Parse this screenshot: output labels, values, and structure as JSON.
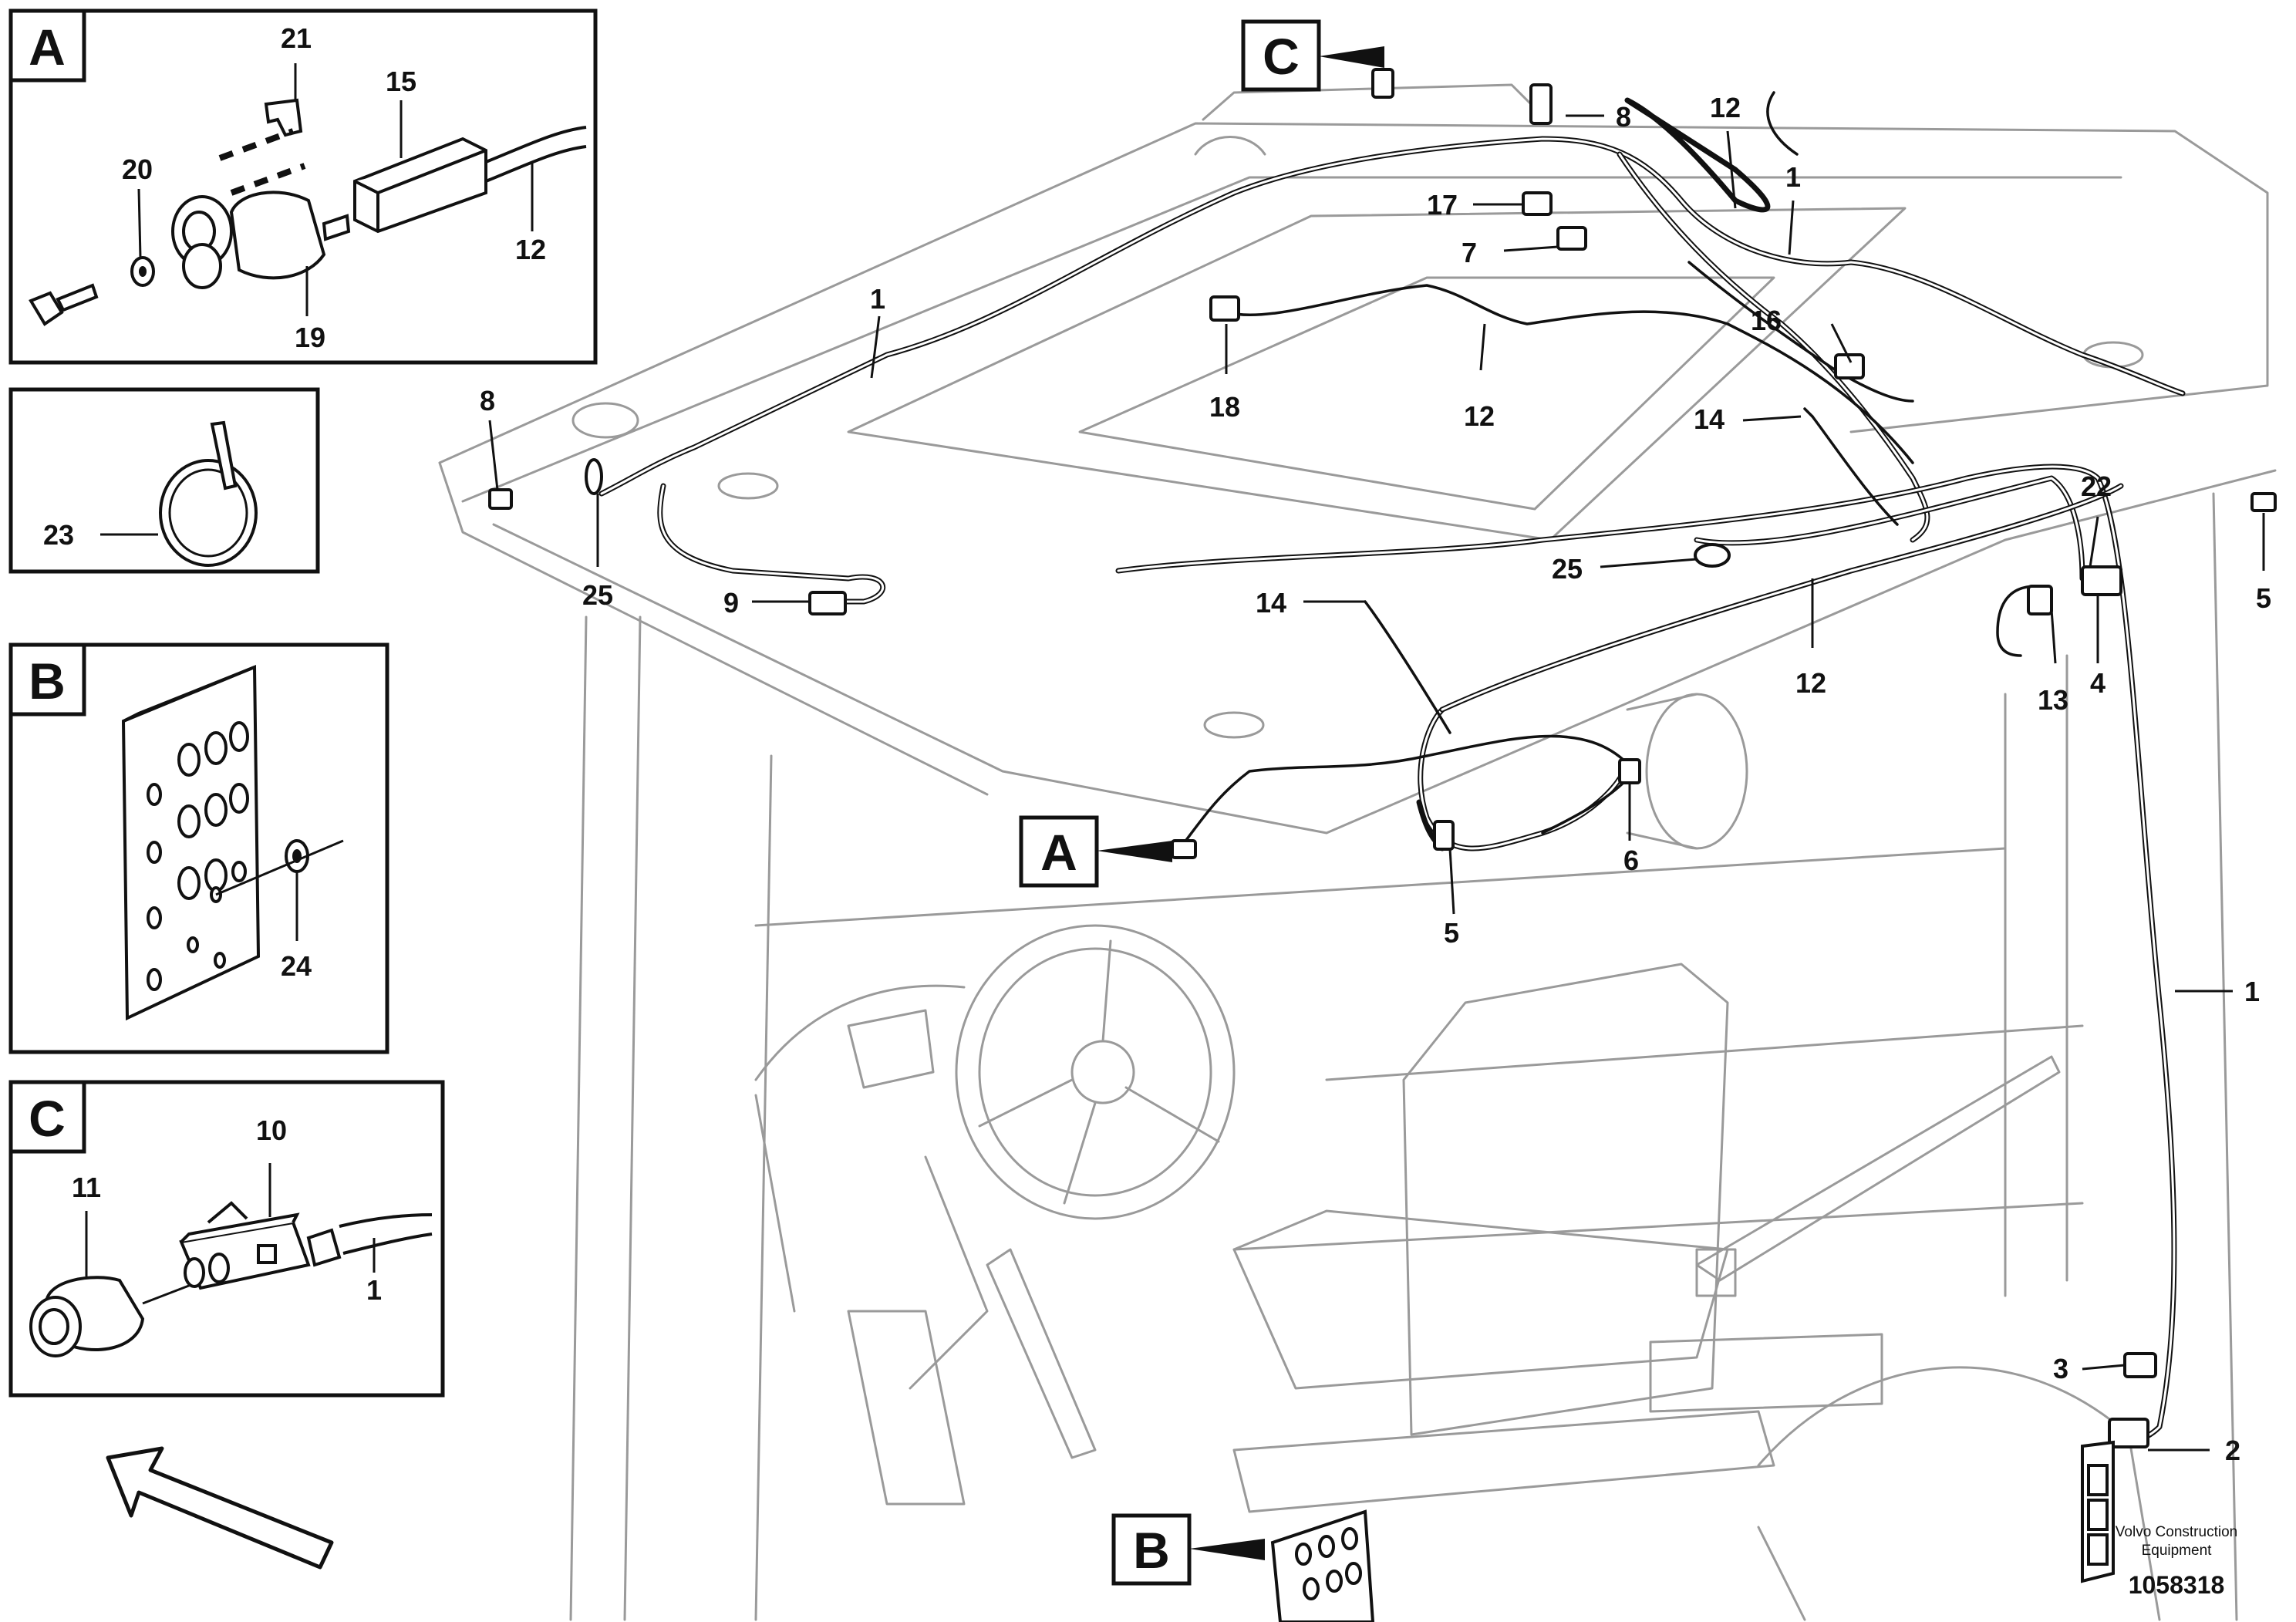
{
  "callout_labels": [
    {
      "id": "A",
      "text": "A"
    },
    {
      "id": "B",
      "text": "B"
    },
    {
      "id": "C",
      "text": "C"
    }
  ],
  "detail_A": {
    "title": "A",
    "labels": [
      "21",
      "15",
      "20",
      "12",
      "19"
    ]
  },
  "detail_tie": {
    "labels": [
      "23"
    ]
  },
  "detail_B": {
    "title": "B",
    "labels": [
      "24"
    ]
  },
  "detail_C": {
    "title": "C",
    "labels": [
      "10",
      "11",
      "1"
    ]
  },
  "main_labels": [
    {
      "key": "c8_top",
      "text": "8"
    },
    {
      "key": "c12_top",
      "text": "12"
    },
    {
      "key": "c17",
      "text": "17"
    },
    {
      "key": "c7",
      "text": "7"
    },
    {
      "key": "c1_topright",
      "text": "1"
    },
    {
      "key": "c1_left",
      "text": "1"
    },
    {
      "key": "c16",
      "text": "16"
    },
    {
      "key": "c8_left",
      "text": "8"
    },
    {
      "key": "c18",
      "text": "18"
    },
    {
      "key": "c12_mid",
      "text": "12"
    },
    {
      "key": "c14_right",
      "text": "14"
    },
    {
      "key": "c22",
      "text": "22"
    },
    {
      "key": "c5_right",
      "text": "5"
    },
    {
      "key": "c25_left",
      "text": "25"
    },
    {
      "key": "c9",
      "text": "9"
    },
    {
      "key": "c14_mid",
      "text": "14"
    },
    {
      "key": "c25_mid",
      "text": "25"
    },
    {
      "key": "c13",
      "text": "13"
    },
    {
      "key": "c4",
      "text": "4"
    },
    {
      "key": "c12_low",
      "text": "12"
    },
    {
      "key": "c6",
      "text": "6"
    },
    {
      "key": "c5_low",
      "text": "5"
    },
    {
      "key": "c1_right",
      "text": "1"
    },
    {
      "key": "c3",
      "text": "3"
    },
    {
      "key": "c2",
      "text": "2"
    }
  ],
  "credit": {
    "line1": "Volvo Construction",
    "line2": "Equipment"
  },
  "document_number": "1058318",
  "icons": [
    "direction-arrow-icon"
  ]
}
